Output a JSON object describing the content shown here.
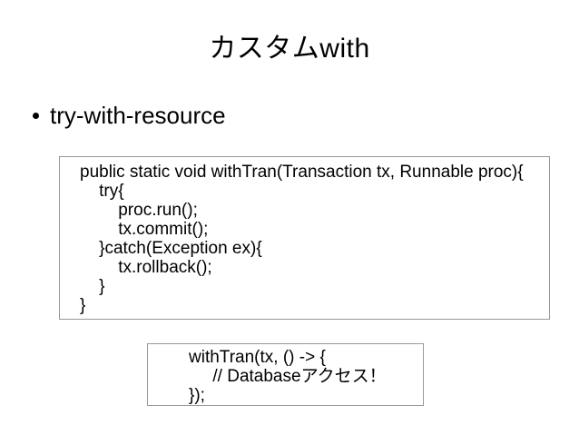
{
  "slide": {
    "title": "カスタムwith",
    "bullet": {
      "marker": "●",
      "text": "try-with-resource"
    },
    "code_block_main": {
      "lines": [
        "public static void withTran(Transaction tx, Runnable proc){",
        "    try{",
        "        proc.run();",
        "        tx.commit();",
        "    }catch(Exception ex){",
        "        tx.rollback();",
        "    }",
        "}"
      ]
    },
    "code_block_usage": {
      "lines": [
        "withTran(tx, () -> {",
        "     // Databaseアクセス！",
        "});"
      ]
    },
    "colors": {
      "background": "#ffffff",
      "text": "#000000",
      "code_border": "#999999"
    }
  }
}
